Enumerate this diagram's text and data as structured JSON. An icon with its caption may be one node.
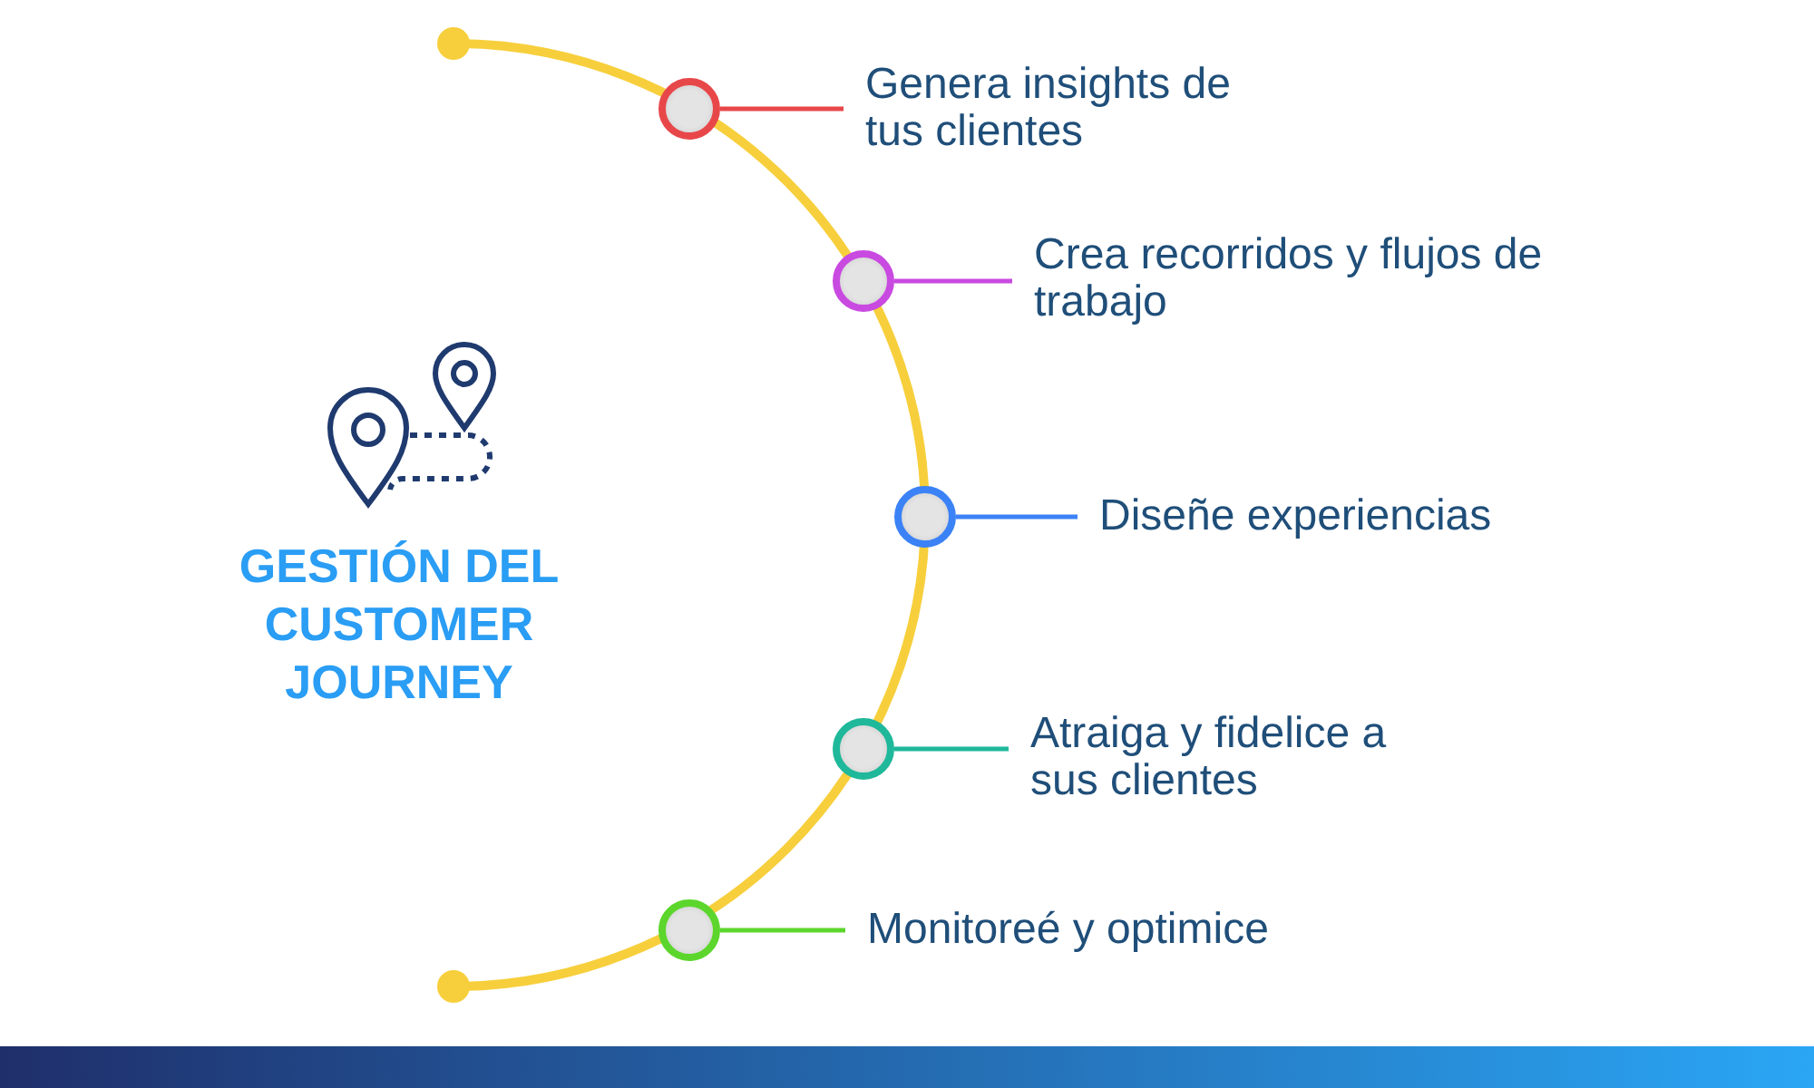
{
  "diagram": {
    "title": "GESTIÓN DEL CUSTOMER JOURNEY",
    "nodes": [
      {
        "text": [],
        "shape": "circle"
      },
      {
        "text": [],
        "shape": "circle"
      },
      {
        "text": [],
        "shape": "circle"
      },
      {
        "text": [],
        "shape": "circle"
      },
      {
        "text": [],
        "shape": "circle"
      },
      {
        "text": [
          "Genera insights de tus clientes"
        ]
      },
      {
        "text": [
          "Crea recorridos y flujos de trabajo"
        ]
      },
      {
        "text": [
          "Diseñe experiencias"
        ]
      },
      {
        "text": [
          "Atraiga y fidelice a sus clientes"
        ]
      },
      {
        "text": [
          "Monitoreé y optimice"
        ]
      }
    ],
    "edges": [
      {
        "from": 5,
        "to": 0,
        "arrow": "none",
        "color": "#e8474a"
      },
      {
        "from": 6,
        "to": 1,
        "arrow": "none",
        "color": "#c94ae0"
      },
      {
        "from": 7,
        "to": 2,
        "arrow": "none",
        "color": "#3b82f6"
      },
      {
        "from": 8,
        "to": 3,
        "arrow": "none",
        "color": "#1fb89a"
      },
      {
        "from": 9,
        "to": 4,
        "arrow": "none",
        "color": "#5cd62c"
      }
    ]
  }
}
